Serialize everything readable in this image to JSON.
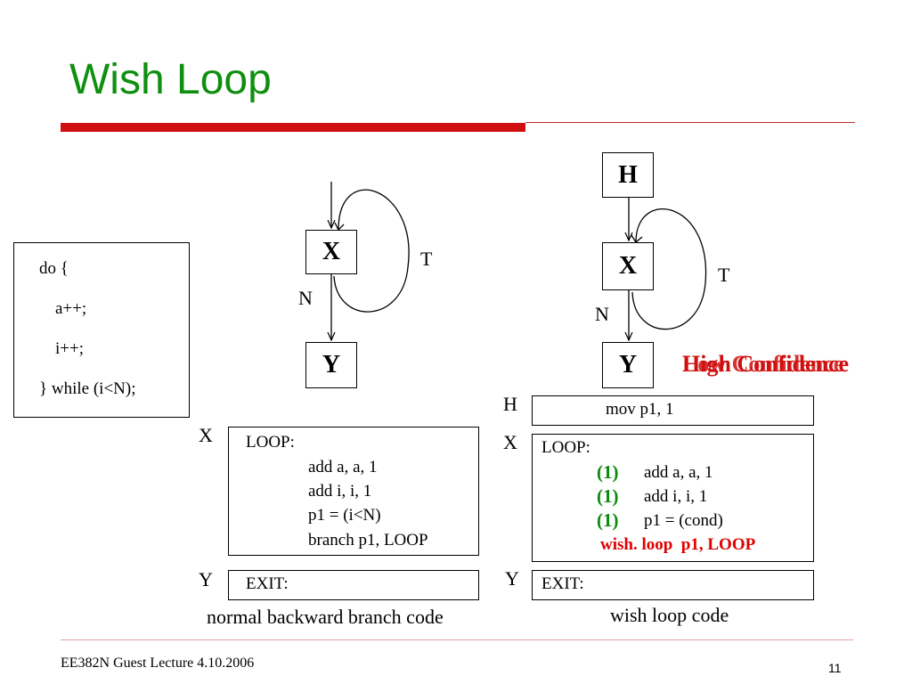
{
  "slide": {
    "title": "Wish Loop",
    "footer": "EE382N Guest Lecture 4.10.2006",
    "page_number": "11"
  },
  "source_code": {
    "lines": [
      "do {",
      "a++;",
      "i++;",
      "} while (i<N);"
    ]
  },
  "left_cfg": {
    "node_x": "X",
    "node_y": "Y",
    "label_t": "T",
    "label_n": "N"
  },
  "right_cfg": {
    "node_h": "H",
    "node_x": "X",
    "node_y": "Y",
    "label_t": "T",
    "label_n": "N",
    "confidence_overlap": [
      "High Confidence",
      "Low Confidence"
    ]
  },
  "normal_code": {
    "label_x": "X",
    "label_y": "Y",
    "loop_label": "LOOP:",
    "instructions": [
      "add a, a, 1",
      "add i, i, 1",
      "p1 = (i<N)",
      "branch p1, LOOP"
    ],
    "exit_label": "EXIT:",
    "caption": "normal backward branch code"
  },
  "wish_code": {
    "label_h": "H",
    "label_x": "X",
    "label_y": "Y",
    "h_instruction": "mov p1, 1",
    "loop_label": "LOOP:",
    "predicates": [
      "(1)",
      "(1)",
      "(1)"
    ],
    "instructions": [
      "add a, a, 1",
      "add i, i, 1",
      "p1 = (cond)"
    ],
    "wish_instruction": "wish. loop  p1, LOOP",
    "exit_label": "EXIT:",
    "caption": "wish loop code"
  },
  "colors": {
    "title": "#0f8f0f",
    "accent_red": "#d01010",
    "predicate_green": "#0a8a0a",
    "wish_red": "#e00000"
  }
}
